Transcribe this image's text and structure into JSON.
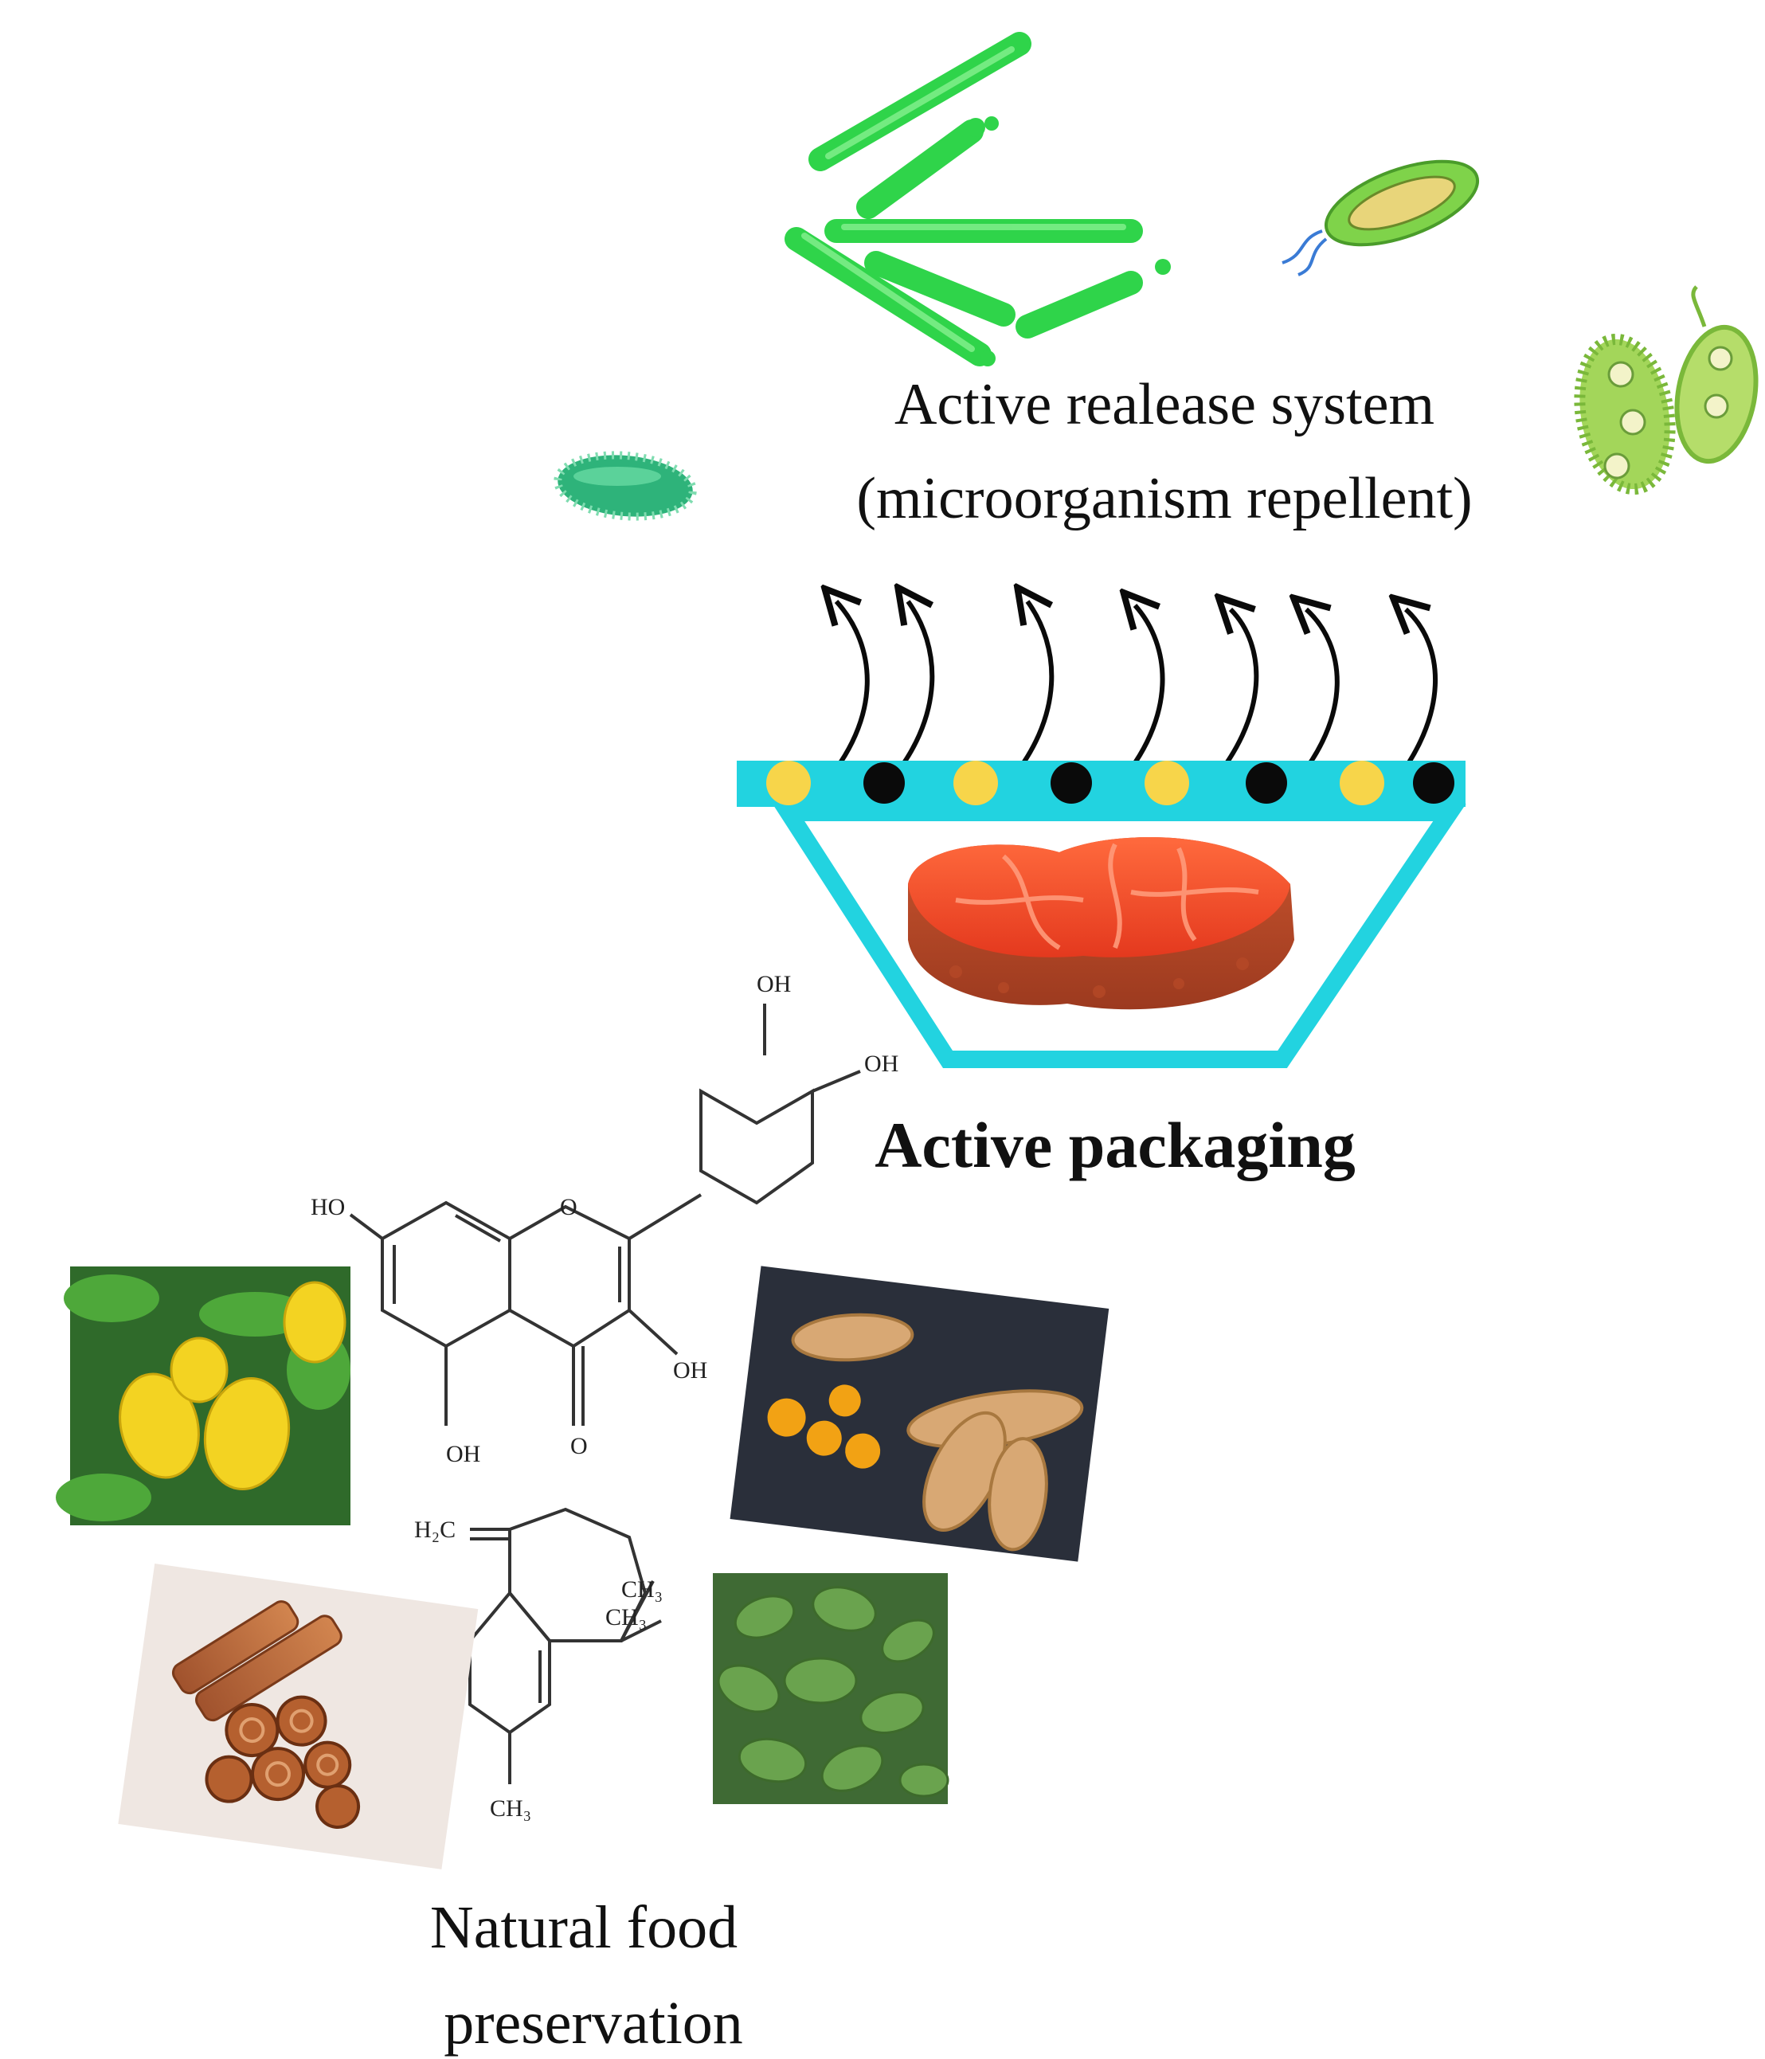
{
  "labels": {
    "release_line1": "Active realease system",
    "release_line2": "(microorganism repellent)",
    "packaging": "Active packaging",
    "natural_line1": "Natural food",
    "natural_line2": "preservation"
  },
  "chem": {
    "oh_top": "OH",
    "oh_right": "OH",
    "ho_left": "HO",
    "o_ring": "O",
    "oh_mid": "OH",
    "oh_bottom": "OH",
    "o_carbonyl": "O",
    "h2c": "H₂C",
    "ch3_a": "CH₃",
    "ch3_b": "CH₃",
    "ch3_c": "CH₃"
  },
  "colors": {
    "tray": "#22d3e0",
    "dot_yellow": "#f7d54a",
    "dot_black": "#0a0a0a",
    "meat": "#f04a2b",
    "microbe_green": "#2ecc40"
  }
}
